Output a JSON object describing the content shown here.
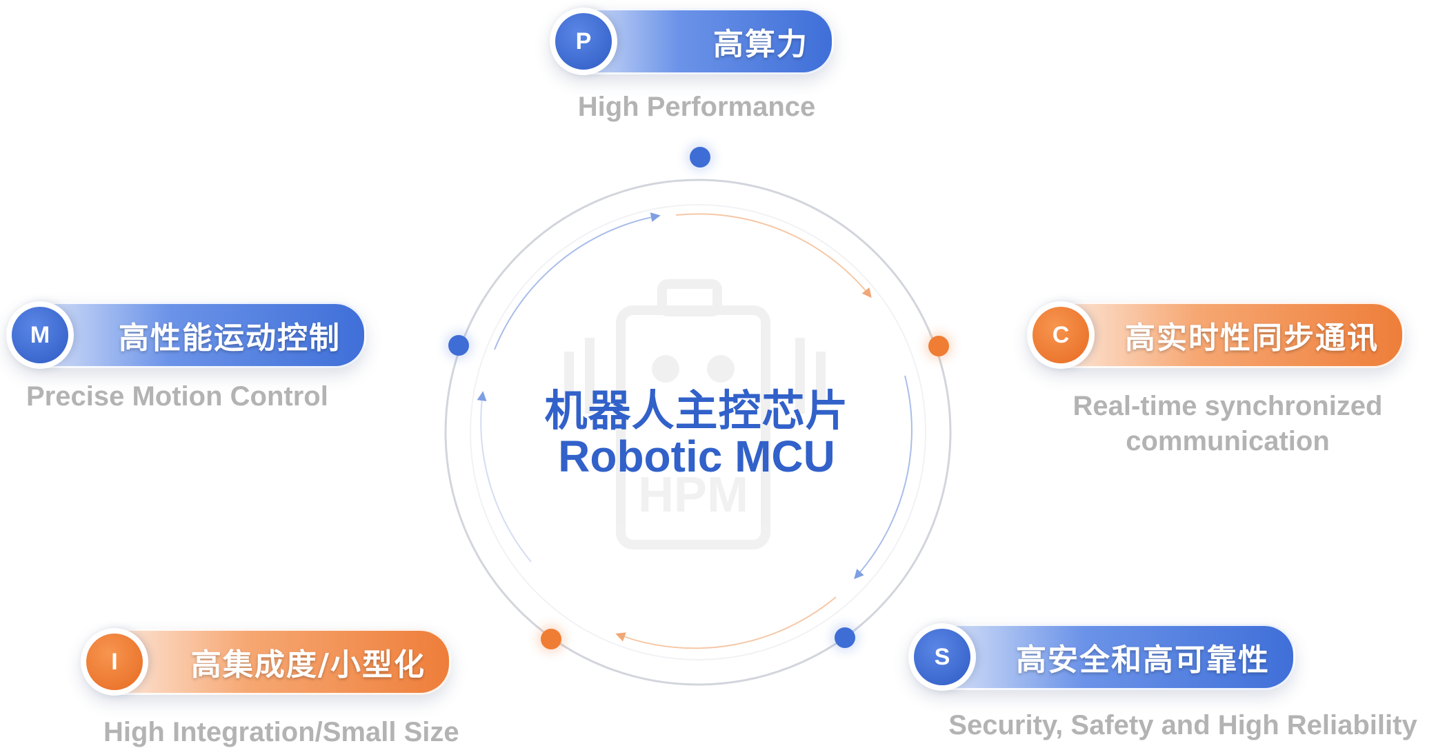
{
  "center": {
    "title_cn": "机器人主控芯片",
    "title_en": "Robotic MCU",
    "watermark": "HPM"
  },
  "features": [
    {
      "key": "performance",
      "letter": "P",
      "title": "高算力",
      "subtitle": "High Performance",
      "color": "blue"
    },
    {
      "key": "communication",
      "letter": "C",
      "title": "高实时性同步通讯",
      "subtitle_line1": "Real-time synchronized",
      "subtitle_line2": "communication",
      "color": "orange"
    },
    {
      "key": "security",
      "letter": "S",
      "title": "高安全和高可靠性",
      "subtitle": "Security, Safety and High Reliability",
      "color": "blue"
    },
    {
      "key": "integration",
      "letter": "I",
      "title": "高集成度/小型化",
      "subtitle": "High Integration/Small Size",
      "color": "orange"
    },
    {
      "key": "motion",
      "letter": "M",
      "title": "高性能运动控制",
      "subtitle": "Precise Motion Control",
      "color": "blue"
    }
  ],
  "colors": {
    "blue": "#3e6dd6",
    "orange": "#ef7d33",
    "center_text": "#3161c9",
    "subtitle": "#b3b3b3"
  }
}
